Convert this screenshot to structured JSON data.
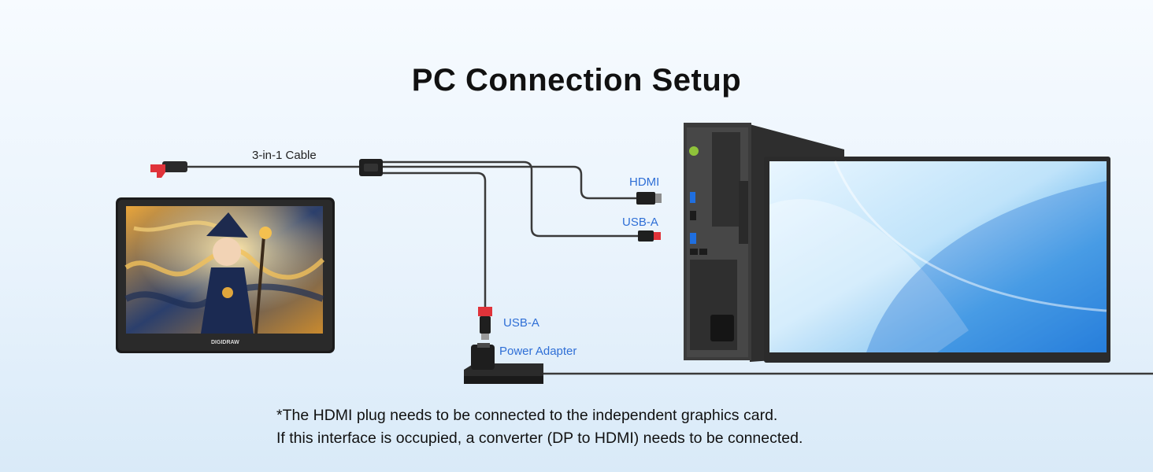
{
  "title": "PC Connection Setup",
  "labels": {
    "cable": "3-in-1 Cable",
    "hdmi": "HDMI",
    "usb_a_pc": "USB-A",
    "usb_a_power": "USB-A",
    "power_adapter": "Power Adapter"
  },
  "tablet": {
    "brand": "DIGIDRAW"
  },
  "notes": [
    "*The HDMI plug needs to be connected to the independent graphics card.",
    "If this interface is occupied, a converter (DP to HDMI) needs to be connected."
  ],
  "colors": {
    "label_blue": "#2f6fd6",
    "cable": "#3a3a3a",
    "usb_plug_red": "#e0333a",
    "pc_port_blue": "#1f6fe0"
  }
}
